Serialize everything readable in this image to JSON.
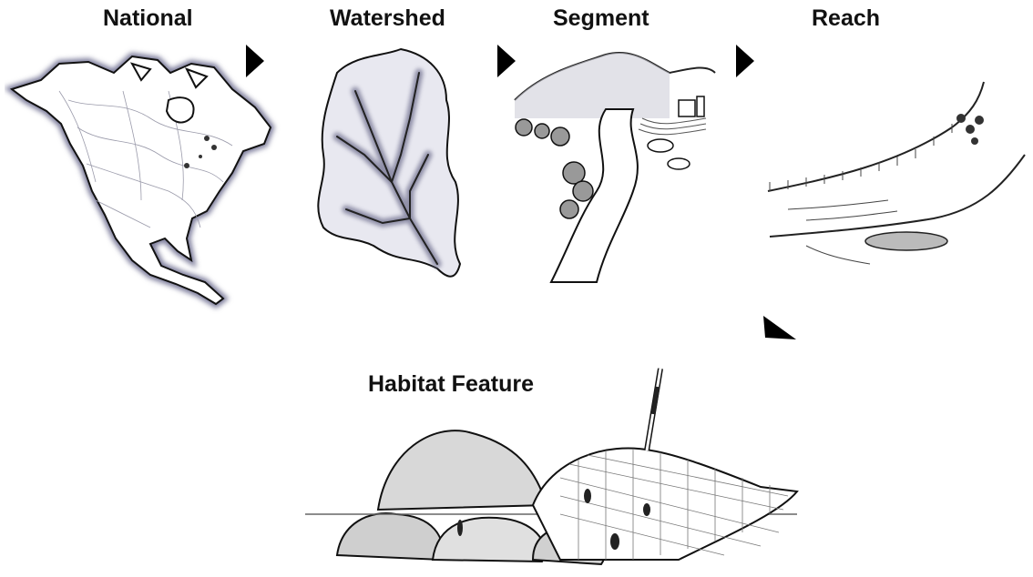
{
  "diagram": {
    "labels": {
      "national": "National",
      "watershed": "Watershed",
      "segment": "Segment",
      "reach": "Reach",
      "habitat": "Habitat Feature"
    }
  },
  "style": {
    "ink": "#111111",
    "shade": "#6a6a8a",
    "background": "#ffffff"
  },
  "icons": {
    "flow_arrow": "triangle-right"
  }
}
